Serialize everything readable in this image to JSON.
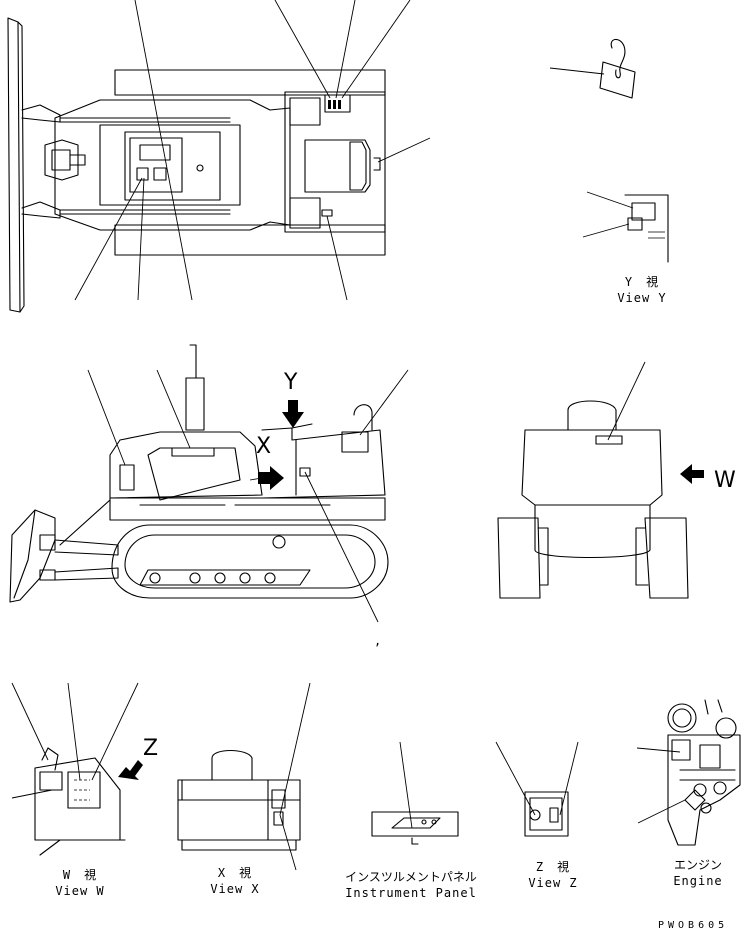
{
  "labels": {
    "view_y_jp": "Y　視",
    "view_y_en": "View Y",
    "arrow_y": "Y",
    "arrow_x": "X",
    "arrow_w": "W",
    "arrow_z": "Z",
    "view_w_jp": "W　視",
    "view_w_en": "View W",
    "view_x_jp": "X　視",
    "view_x_en": "View X",
    "panel_jp": "インスツルメントパネル",
    "panel_en": "Instrument Panel",
    "view_z_jp": "Z　視",
    "view_z_en": "View Z",
    "engine_jp": "エンジン",
    "engine_en": "Engine",
    "drawing_code": "PWOB605",
    "stray_mark": ","
  }
}
